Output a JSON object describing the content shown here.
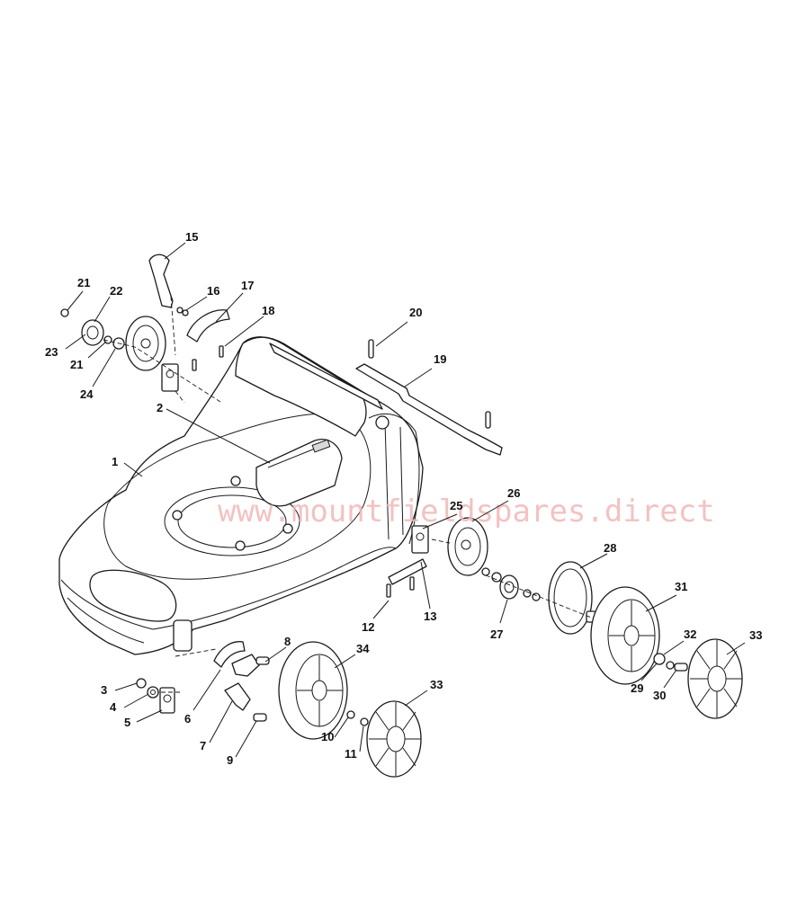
{
  "watermark": "www.mountfieldspares.direct",
  "callouts": [
    {
      "id": "c1",
      "text": "1"
    },
    {
      "id": "c2",
      "text": "2"
    },
    {
      "id": "c3",
      "text": "3"
    },
    {
      "id": "c4",
      "text": "4"
    },
    {
      "id": "c5",
      "text": "5"
    },
    {
      "id": "c6",
      "text": "6"
    },
    {
      "id": "c7",
      "text": "7"
    },
    {
      "id": "c8",
      "text": "8"
    },
    {
      "id": "c9",
      "text": "9"
    },
    {
      "id": "c10",
      "text": "10"
    },
    {
      "id": "c11",
      "text": "11"
    },
    {
      "id": "c12",
      "text": "12"
    },
    {
      "id": "c13",
      "text": "13"
    },
    {
      "id": "c15",
      "text": "15"
    },
    {
      "id": "c16",
      "text": "16"
    },
    {
      "id": "c17",
      "text": "17"
    },
    {
      "id": "c18",
      "text": "18"
    },
    {
      "id": "c19",
      "text": "19"
    },
    {
      "id": "c20",
      "text": "20"
    },
    {
      "id": "c21a",
      "text": "21"
    },
    {
      "id": "c21b",
      "text": "21"
    },
    {
      "id": "c22",
      "text": "22"
    },
    {
      "id": "c23",
      "text": "23"
    },
    {
      "id": "c24",
      "text": "24"
    },
    {
      "id": "c25",
      "text": "25"
    },
    {
      "id": "c26",
      "text": "26"
    },
    {
      "id": "c27",
      "text": "27"
    },
    {
      "id": "c28",
      "text": "28"
    },
    {
      "id": "c29",
      "text": "29"
    },
    {
      "id": "c30",
      "text": "30"
    },
    {
      "id": "c31",
      "text": "31"
    },
    {
      "id": "c32",
      "text": "32"
    },
    {
      "id": "c33a",
      "text": "33"
    },
    {
      "id": "c33b",
      "text": "33"
    },
    {
      "id": "c34",
      "text": "34"
    }
  ]
}
